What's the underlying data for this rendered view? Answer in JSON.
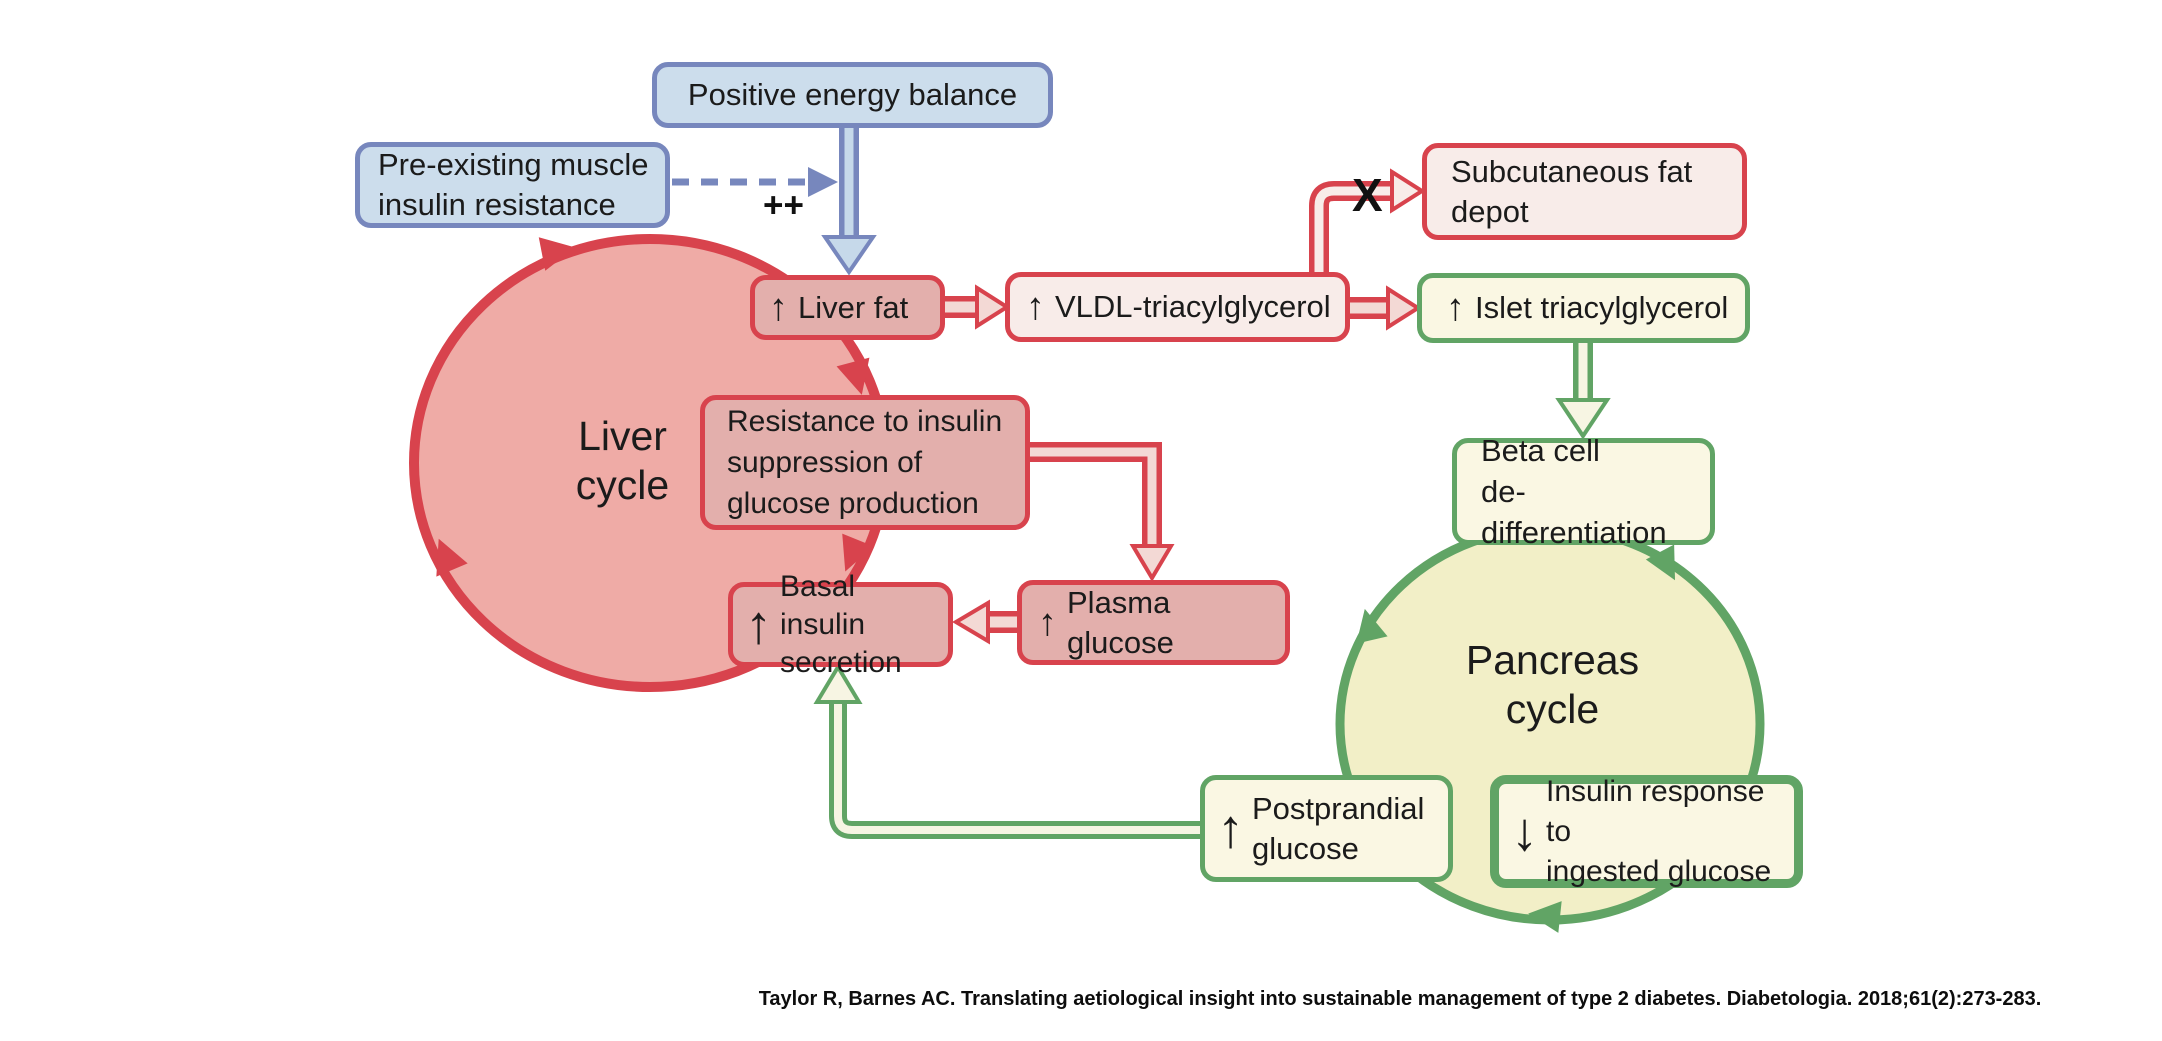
{
  "diagram": {
    "title_hint": "Twin cycle diagram of type 2 diabetes",
    "boxes": {
      "positive_energy": {
        "label": "Positive energy balance"
      },
      "pre_existing": {
        "lines": [
          "Pre-existing muscle",
          "insulin resistance"
        ]
      },
      "liver_fat": {
        "arrow": "↑",
        "label": "Liver fat"
      },
      "vldl": {
        "arrow": "↑",
        "label": "VLDL-triacylglycerol"
      },
      "subcutaneous": {
        "lines": [
          "Subcutaneous fat",
          "depot"
        ]
      },
      "islet": {
        "arrow": "↑",
        "label": "Islet triacylglycerol"
      },
      "resistance": {
        "lines": [
          "Resistance to insulin",
          "suppression of",
          "glucose production"
        ]
      },
      "basal": {
        "arrow": "↑",
        "lines": [
          "Basal insulin",
          "secretion"
        ]
      },
      "plasma": {
        "arrow": "↑",
        "label": "Plasma glucose"
      },
      "beta": {
        "lines": [
          "Beta cell",
          "de-differentiation"
        ]
      },
      "postprandial": {
        "arrow": "↑",
        "lines": [
          "Postprandial",
          "glucose"
        ]
      },
      "insulin_response": {
        "arrow": "↓",
        "lines": [
          "Insulin response to",
          "ingested glucose"
        ]
      }
    },
    "cycles": {
      "liver": {
        "lines": [
          "Liver",
          "cycle"
        ]
      },
      "pancreas": {
        "lines": [
          "Pancreas",
          "cycle"
        ]
      }
    },
    "annotations": {
      "plus_plus": "++",
      "blocked_x": "X"
    },
    "colors": {
      "blue_fill": "#ccddec",
      "blue_border": "#7787bd",
      "red": "#d8434d",
      "pink_box_fill": "#e3afac",
      "light_pink_fill": "#f8ece9",
      "liver_circle_fill": "#efaba6",
      "green": "#61a465",
      "pale_yellow_fill": "#faf7e3",
      "pancreas_circle_fill": "#f2efc7",
      "arrow_inner_pink": "#f3d9d5",
      "arrow_inner_pale": "#f7f5e3",
      "arrow_inner_blue": "#c6d9ea"
    },
    "citation": "Taylor R, Barnes AC. Translating aetiological insight into sustainable management of type 2 diabetes. Diabetologia. 2018;61(2):273-283."
  }
}
